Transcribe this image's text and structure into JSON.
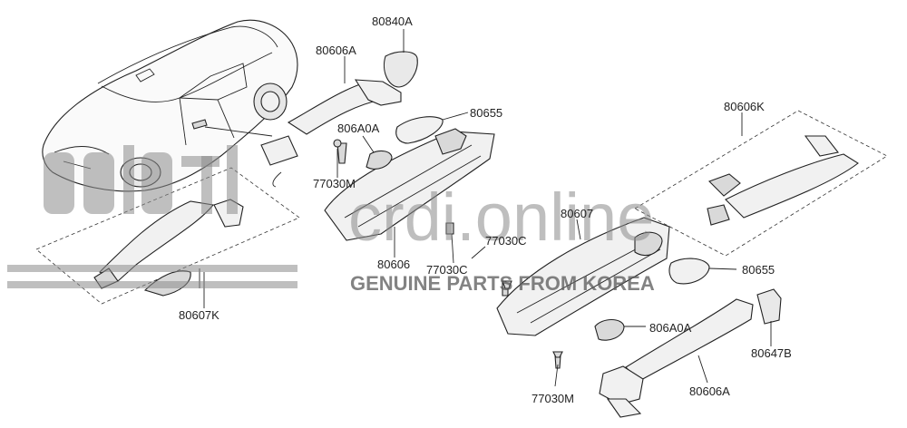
{
  "labels": {
    "l80840A": "80840A",
    "l80606A_top": "80606A",
    "l80655_top": "80655",
    "l806A0A_top": "806A0A",
    "l77030M_top": "77030M",
    "l80606": "80606",
    "l77030C_a": "77030C",
    "l77030C_b": "77030C",
    "l80607": "80607",
    "l80606K": "80606K",
    "l80607K": "80607K",
    "l80655_bot": "80655",
    "l806A0A_bot": "806A0A",
    "l80647B": "80647B",
    "l77030M_bot": "77030M",
    "l80606A_bot": "80606A"
  },
  "watermark": {
    "site": "crdi.online",
    "tagline": "GENUINE PARTS FROM KOREA"
  }
}
